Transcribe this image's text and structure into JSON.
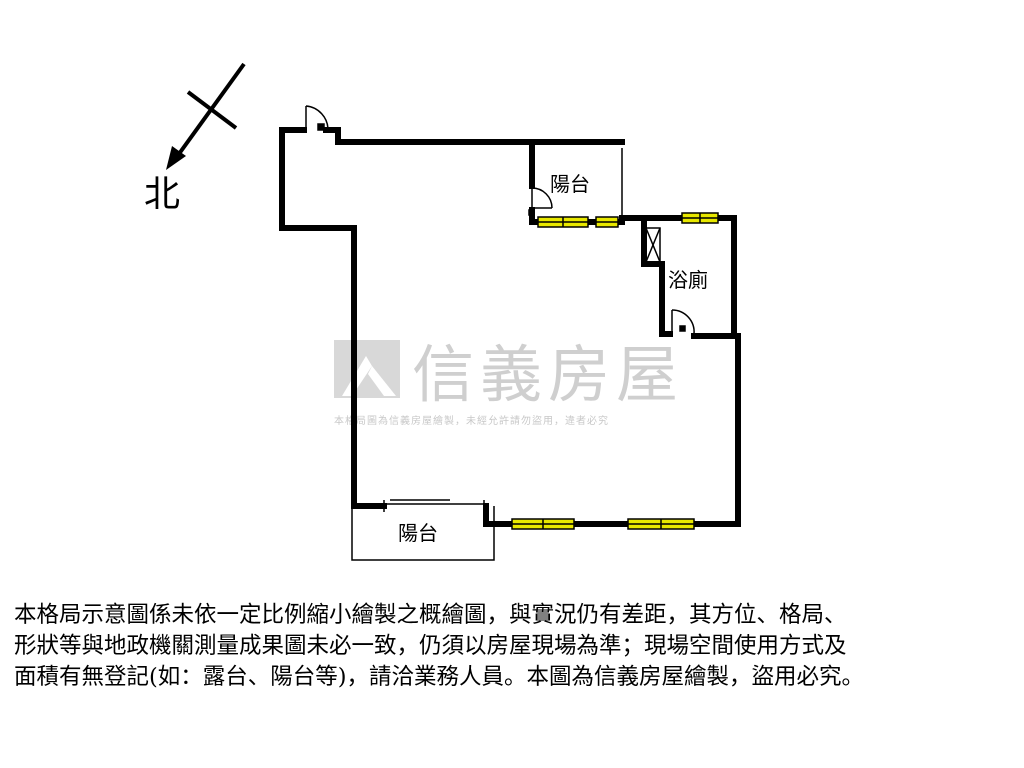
{
  "north_label": "北",
  "rooms": {
    "balcony_top": "陽台",
    "bathroom": "浴廁",
    "balcony_bottom": "陽台"
  },
  "watermark": {
    "brand": "信義房屋",
    "note": "本格局圖為信義房屋繪製，未經允許請勿盜用，違者必究"
  },
  "colors": {
    "wall": "#000000",
    "window_fill": "#e8e800",
    "watermark": "#cfcfcf"
  },
  "disclaimer_lines": [
    "本格局示意圖係未依一定比例縮小繪製之概繪圖，與實況仍有差距，其方位、格局、",
    "形狀等與地政機關測量成果圖未必一致，仍須以房屋現場為準；現場空間使用方式及",
    "面積有無登記(如：露台、陽台等)，請洽業務人員。本圖為信義房屋繪製，盜用必究。"
  ]
}
